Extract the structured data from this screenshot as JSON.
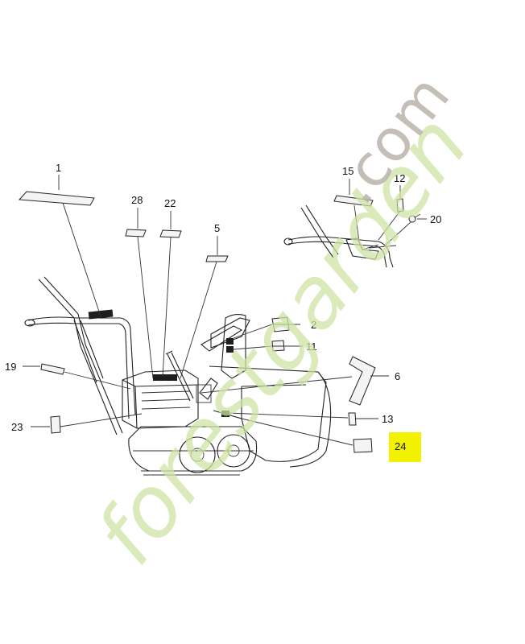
{
  "part_labels": {
    "p1": "1",
    "p2": "2",
    "p5": "5",
    "p6": "6",
    "p11": "11",
    "p12": "12",
    "p13": "13",
    "p15": "15",
    "p19": "19",
    "p20": "20",
    "p22": "22",
    "p23": "23",
    "p24": "24",
    "p28": "28"
  },
  "highlight": {
    "label": "24",
    "color": "#f2f200"
  },
  "watermark": {
    "part1": "forestgarden",
    "part2": ".com",
    "green": "#cfe3a4",
    "gray": "#b9b3aa"
  }
}
